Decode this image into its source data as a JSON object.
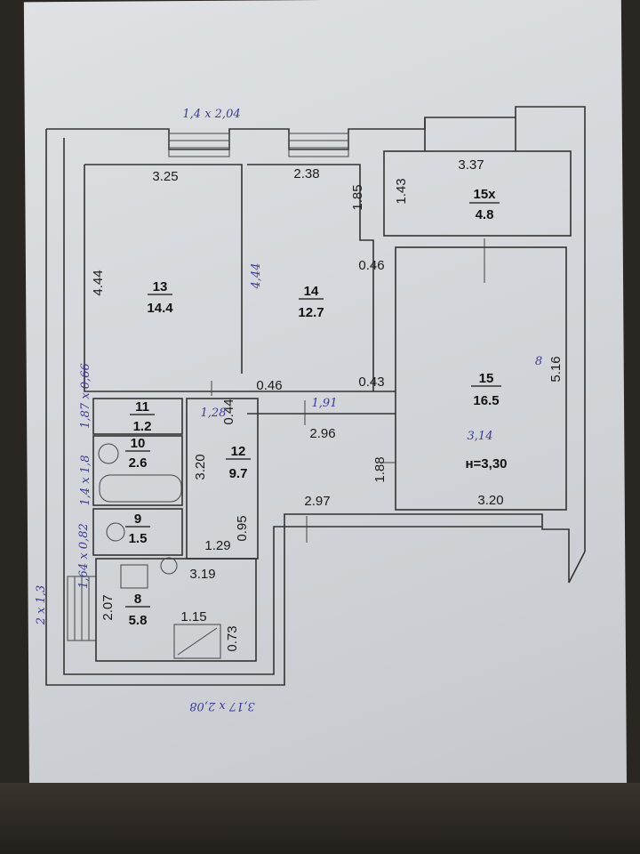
{
  "rooms": [
    {
      "id": "13",
      "area": "14.4"
    },
    {
      "id": "14",
      "area": "12.7"
    },
    {
      "id": "15x",
      "area": "4.8"
    },
    {
      "id": "15",
      "area": "16.5"
    },
    {
      "id": "11",
      "area": "1.2"
    },
    {
      "id": "10",
      "area": "2.6"
    },
    {
      "id": "12",
      "area": "9.7"
    },
    {
      "id": "9",
      "area": "1.5"
    },
    {
      "id": "8",
      "area": "5.8"
    }
  ],
  "dimensions": {
    "d_325": "3.25",
    "d_238": "2.38",
    "d_185": "1.85",
    "d_143": "1.43",
    "d_337": "3.37",
    "d_444": "4.44",
    "d_046a": "0.46",
    "d_046b": "0.46",
    "d_043": "0.43",
    "d_516": "5.16",
    "d_044": "0.44",
    "d_296": "2.96",
    "d_320a": "3.20",
    "d_188": "1.88",
    "d_320b": "3.20",
    "d_297": "2.97",
    "d_095": "0.95",
    "d_129": "1.29",
    "d_319": "3.19",
    "d_207": "2.07",
    "d_115": "1.15",
    "d_073": "0.73"
  },
  "ceiling_height": "н=3,30",
  "handwritten": {
    "top": "1,4 x 2,04",
    "room14_side": "4,44",
    "h191": "1,91",
    "h128": "1,28",
    "h314": "3,14",
    "h8": "8",
    "left_col1": "1,87 x 0,66",
    "left_col2": "1,4 x 1,8",
    "left_col3": "1,64 x 0,82",
    "left_side": "2 x 1,3",
    "bottom": "3,17 x 2,08"
  },
  "colors": {
    "paper": "#d6d9dd",
    "wall": "#333333",
    "ink": "#3c3a9a"
  }
}
